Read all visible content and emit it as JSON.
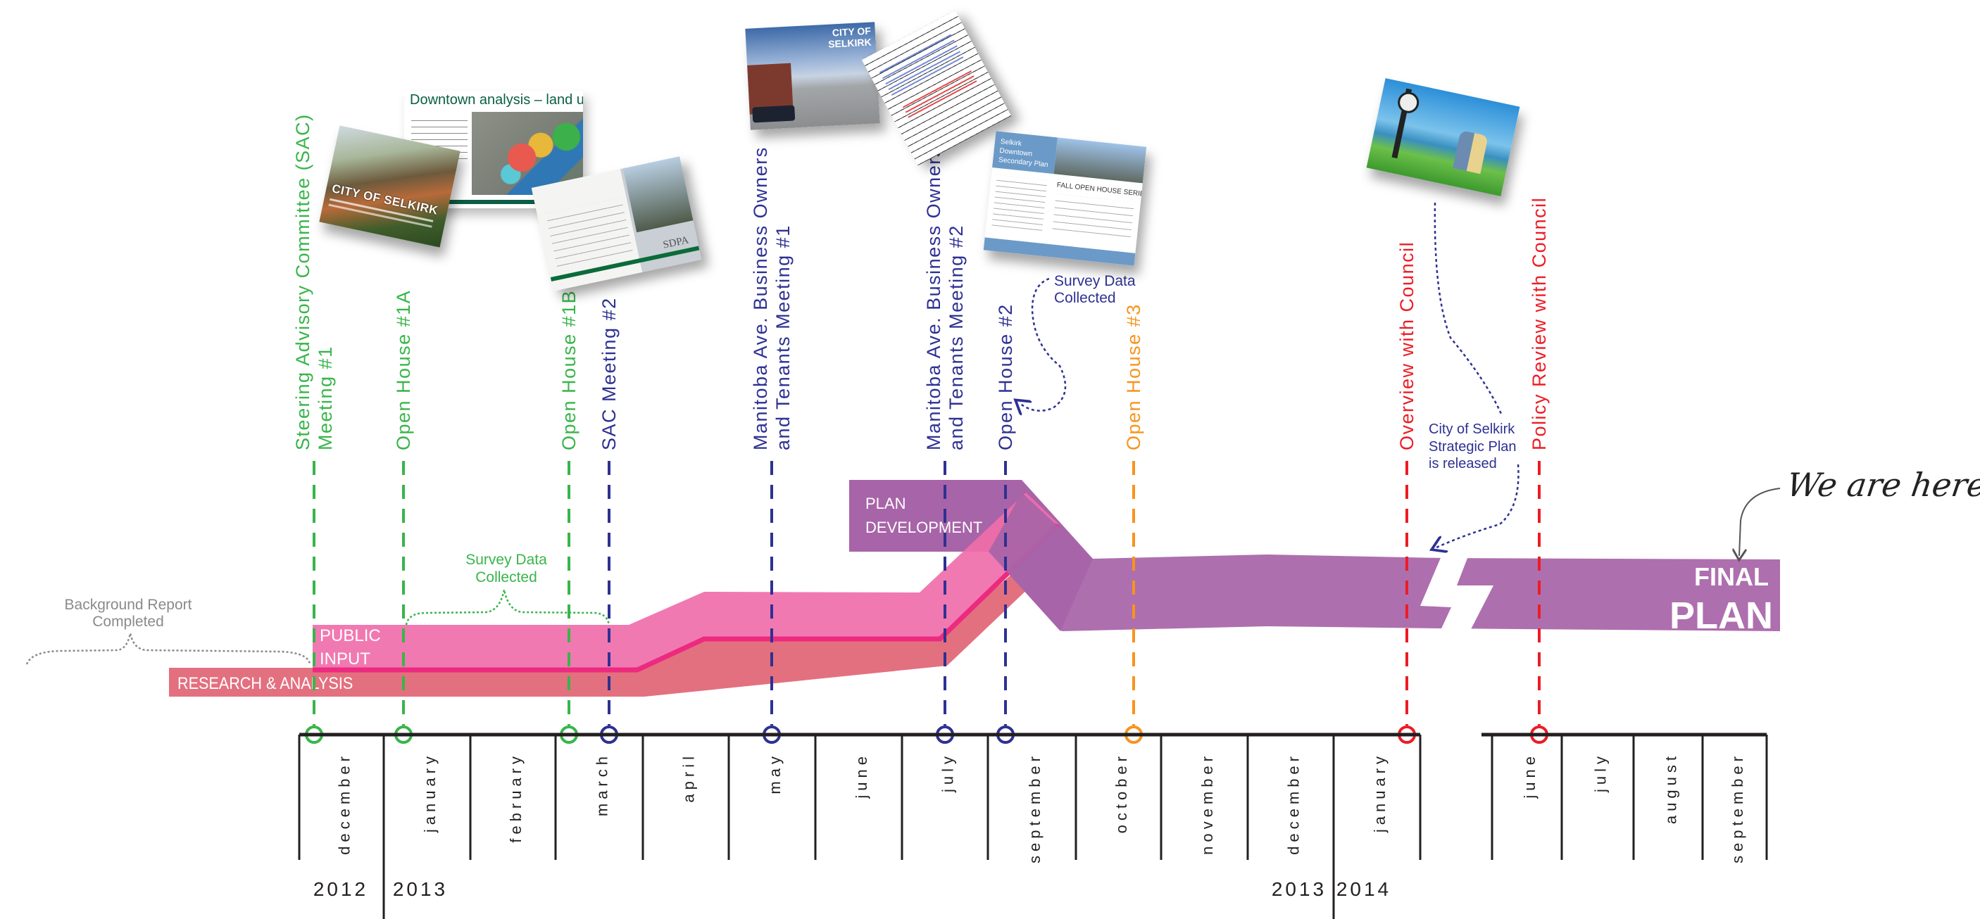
{
  "colors": {
    "green": "#39b54a",
    "blue": "#2e3192",
    "orange": "#f7941d",
    "red": "#ed1c24",
    "research": "#e3707f",
    "public": "#f06eaa",
    "public_line": "#ec2a7f",
    "plan": "#a864a8",
    "gray": "#8a8a8a"
  },
  "phases": {
    "research": "RESEARCH & ANALYSIS",
    "public_line1": "PUBLIC",
    "public_line2": "INPUT",
    "plan_line1": "PLAN",
    "plan_line2": "DEVELOPMENT",
    "final_line1": "FINAL",
    "final_line2": "PLAN"
  },
  "annotations": {
    "background_line1": "Background Report",
    "background_line2": "Completed",
    "survey1_line1": "Survey Data",
    "survey1_line2": "Collected",
    "survey2_line1": "Survey Data",
    "survey2_line2": "Collected",
    "strategic_line1": "City of Selkirk",
    "strategic_line2": "Strategic Plan",
    "strategic_line3": "is released",
    "we_are_here": "We are here!"
  },
  "events": [
    {
      "lines": [
        "Steering Advisory Committee (SAC)",
        "Meeting #1"
      ],
      "color": "green"
    },
    {
      "lines": [
        "Open House #1A"
      ],
      "color": "green"
    },
    {
      "lines": [
        "Open House #1B"
      ],
      "color": "green"
    },
    {
      "lines": [
        "SAC Meeting #2"
      ],
      "color": "blue"
    },
    {
      "lines": [
        "Manitoba Ave. Business Owners",
        "and Tenants Meeting #1"
      ],
      "color": "blue"
    },
    {
      "lines": [
        "Manitoba Ave. Business Owners",
        "and Tenants Meeting #2"
      ],
      "color": "blue"
    },
    {
      "lines": [
        "Open House #2"
      ],
      "color": "blue"
    },
    {
      "lines": [
        "Open House #3"
      ],
      "color": "orange"
    },
    {
      "lines": [
        "Overview with Council"
      ],
      "color": "red"
    },
    {
      "lines": [
        "Policy Review with Council"
      ],
      "color": "red"
    }
  ],
  "months": [
    "december",
    "january",
    "february",
    "march",
    "april",
    "may",
    "june",
    "july",
    "september",
    "october",
    "november",
    "december",
    "january",
    "june",
    "july",
    "august",
    "september"
  ],
  "years": [
    "2012",
    "2013",
    "2013",
    "2014"
  ],
  "thumbnails": {
    "sac_card": "CITY OF SELKIRK",
    "slide_title": "Downtown analysis – land use",
    "sdpa_logo": "SDPA",
    "street_line1": "CITY OF",
    "street_line2": "SELKIRK",
    "flyer_header": "Selkirk Downtown Secondary Plan",
    "flyer_title": "FALL OPEN HOUSE SERIES"
  }
}
